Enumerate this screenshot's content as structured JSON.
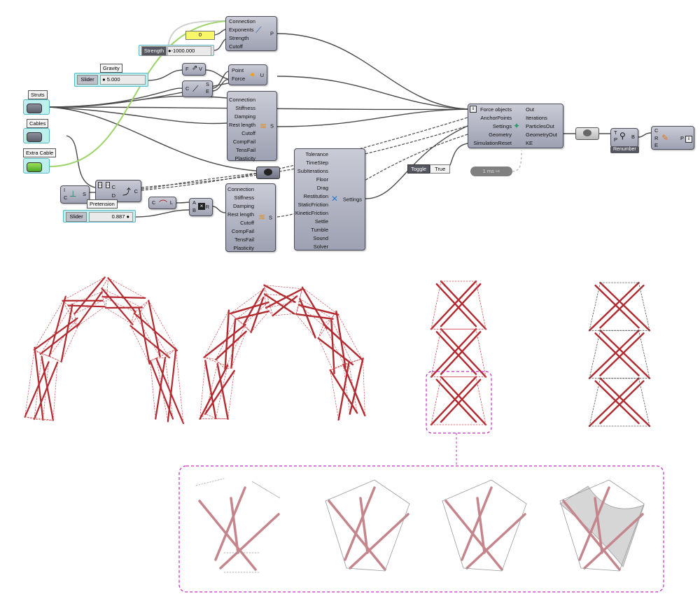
{
  "params": {
    "struts": "Struts",
    "cables": "Cables",
    "extra_cable": "Extra Cable",
    "gravity": "Gravity",
    "pretension": "Pretension"
  },
  "sliders": {
    "gravity": {
      "label": "Slider",
      "value": "5.000"
    },
    "strength": {
      "label": "Strength",
      "value": "-1000.000"
    },
    "pretension": {
      "label": "Slider",
      "value": "0.887"
    }
  },
  "panel_value": "0",
  "anchor": {
    "inputs": [
      "Connection",
      "Exponents",
      "Strength",
      "Cutoff"
    ],
    "output": "P"
  },
  "vector_comp": {
    "inputs": [
      "F"
    ],
    "output": "V"
  },
  "gravity_comp": {
    "inputs": [
      "Point",
      "Force"
    ],
    "output": "U"
  },
  "sep_comp": {
    "input": "C",
    "outputs": [
      "S",
      "E"
    ]
  },
  "spring1": {
    "inputs": [
      "Connection",
      "Stiffness",
      "Damping",
      "Rest length",
      "Cutoff",
      "CompFail",
      "TensFail",
      "Plasticity"
    ],
    "output": "S"
  },
  "spring2": {
    "inputs": [
      "Connection",
      "Stiffness",
      "Damping",
      "Rest length",
      "Cutoff",
      "CompFail",
      "TensFail",
      "Plasticity"
    ],
    "output": "S"
  },
  "settings_comp": {
    "inputs": [
      "Tolerance",
      "TimeStep",
      "SubIterations",
      "Floor",
      "Drag",
      "Restitution",
      "StaticFriction",
      "KineticFriction",
      "Settle",
      "Tumble",
      "Sound",
      "Solver"
    ],
    "output": "Settings"
  },
  "kangaroo": {
    "inputs": [
      "Force objects",
      "AnchorPoints",
      "Settings",
      "Geometry",
      "SimulationReset"
    ],
    "outputs": [
      "Out",
      "Iterations",
      "ParticlesOut",
      "GeometryOut",
      "KE"
    ]
  },
  "toggle": {
    "label": "Toggle",
    "value": "True"
  },
  "timer": "1 ms",
  "small_comp": {
    "inputs": [
      "I",
      "C"
    ],
    "output": "S"
  },
  "shift_comp": {
    "inputs": [
      "C",
      "D"
    ],
    "output": "C"
  },
  "length_comp": {
    "input": "C",
    "output": "L"
  },
  "mult_comp": {
    "inputs": [
      "A",
      "B"
    ],
    "output": "R"
  },
  "renumber": {
    "title": "Renumber",
    "inputs": [
      "T",
      "P"
    ],
    "output": "B"
  },
  "endpoints": {
    "inputs": [
      "C",
      "R",
      "E"
    ],
    "output": "P"
  },
  "colors": {
    "strut": "#b22a2f",
    "cable": "#d04f56",
    "wire": "#4a4a4a",
    "green_wire": "#9ed46a",
    "magenta": "#c42bc4",
    "light_strut": "#c4868c"
  }
}
